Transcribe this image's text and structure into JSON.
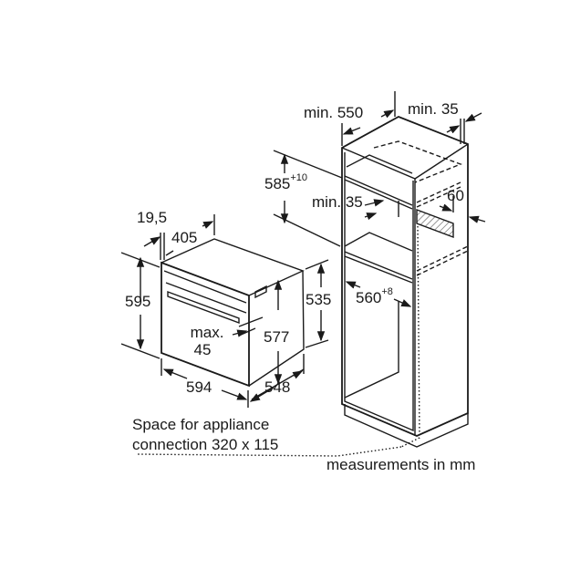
{
  "oven": {
    "depth_front_panel": "19,5",
    "depth_top": "405",
    "height": "595",
    "height_side": "535",
    "height_inner": "577",
    "max_label": "max.",
    "max_value": "45",
    "width": "594",
    "depth_side": "548"
  },
  "cabinet": {
    "min_depth": "min. 550",
    "min_rear_gap": "min. 35",
    "niche_height": "585",
    "niche_height_tolerance": "+10",
    "min_gap": "min. 35",
    "vent": "60",
    "niche_width": "560",
    "niche_width_tolerance": "+8"
  },
  "notes": {
    "connection_line1": "Space for appliance",
    "connection_line2": "connection 320 x 115",
    "units": "measurements in mm"
  },
  "colors": {
    "line": "#1a1a1a",
    "hatch_fill": "#888888"
  }
}
